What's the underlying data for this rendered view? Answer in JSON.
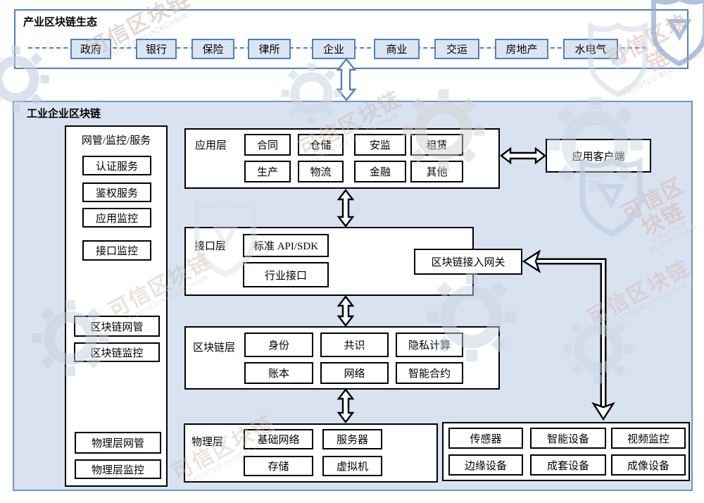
{
  "ecosystem": {
    "title": "产业区块链生态",
    "nodes": [
      "政府",
      "银行",
      "保险",
      "律所",
      "企业",
      "商业",
      "交运",
      "房地产",
      "水电气"
    ]
  },
  "industrial": {
    "title": "工业企业区块链",
    "management": {
      "title": "网管/监控/服务",
      "items": [
        "认证服务",
        "鉴权服务",
        "应用监控",
        "接口监控",
        "区块链网管",
        "区块链监控",
        "物理层网管",
        "物理层监控"
      ]
    },
    "application_layer": {
      "label": "应用层",
      "items": [
        "合同",
        "仓储",
        "安监",
        "租赁",
        "生产",
        "物流",
        "金融",
        "其他"
      ]
    },
    "app_client": {
      "label": "应用客户端"
    },
    "interface_layer": {
      "label": "接口层",
      "items": [
        "标准 API/SDK",
        "行业接口"
      ]
    },
    "gateway": {
      "label": "区块链接入网关"
    },
    "blockchain_layer": {
      "label": "区块链层",
      "items": [
        "身份",
        "共识",
        "隐私计算",
        "账本",
        "网络",
        "智能合约"
      ]
    },
    "physical_layer": {
      "label": "物理层",
      "items": [
        "基础网络",
        "服务器",
        "存储",
        "虚拟机"
      ]
    },
    "devices": {
      "items": [
        "传感器",
        "智能设备",
        "视频监控",
        "边缘设备",
        "成套设备",
        "成像设备"
      ]
    }
  },
  "watermark": {
    "cn": "可信区块链",
    "en": "TRUSTED BLOCKCHAIN"
  },
  "colors": {
    "accent": "#4f81bd",
    "panel_fill": "#d9e2f1",
    "node_fill": "#dbe5f1",
    "line": "#000000"
  }
}
